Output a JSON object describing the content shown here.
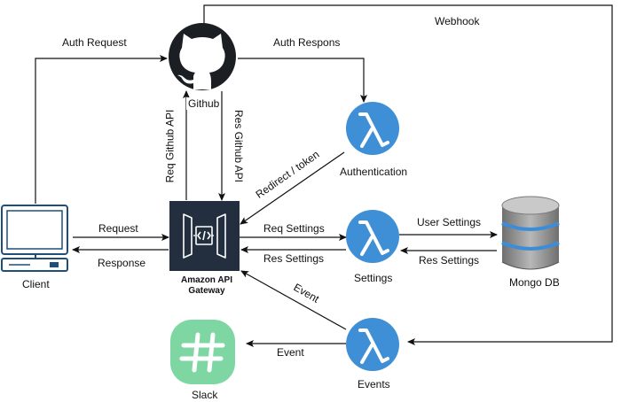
{
  "nodes": {
    "client": {
      "label": "Client",
      "icon": "monitor-icon"
    },
    "github": {
      "label": "Github",
      "icon": "github-octocat-icon"
    },
    "api_gateway": {
      "label_line1": "Amazon API",
      "label_line2": "Gateway",
      "icon": "api-gateway-icon"
    },
    "authentication": {
      "label": "Authentication",
      "icon": "lambda-icon"
    },
    "settings": {
      "label": "Settings",
      "icon": "lambda-icon"
    },
    "events": {
      "label": "Events",
      "icon": "lambda-icon"
    },
    "mongodb": {
      "label": "Mongo DB",
      "icon": "database-icon"
    },
    "slack": {
      "label": "Slack",
      "icon": "slack-hash-icon"
    }
  },
  "edges": {
    "auth_request": "Auth Request",
    "auth_response": "Auth Respons",
    "webhook": "Webhook",
    "req_github_api": "Req Github API",
    "res_github_api": "Res Github API",
    "redirect_token": "Redirect / token",
    "request": "Request",
    "response": "Response",
    "req_settings": "Req Settings",
    "res_settings_left": "Res Settings",
    "user_settings": "User Settings",
    "res_settings_right": "Res Settings",
    "event_to_gateway": "Event",
    "event_to_slack": "Event"
  },
  "colors": {
    "lambda_blue": "#3F8FD6",
    "gateway_dark": "#232F3E",
    "slack_green": "#7ED7A3",
    "db_gray": "#8C8C8C",
    "db_blue": "#3C8DD8",
    "line": "#111111"
  }
}
